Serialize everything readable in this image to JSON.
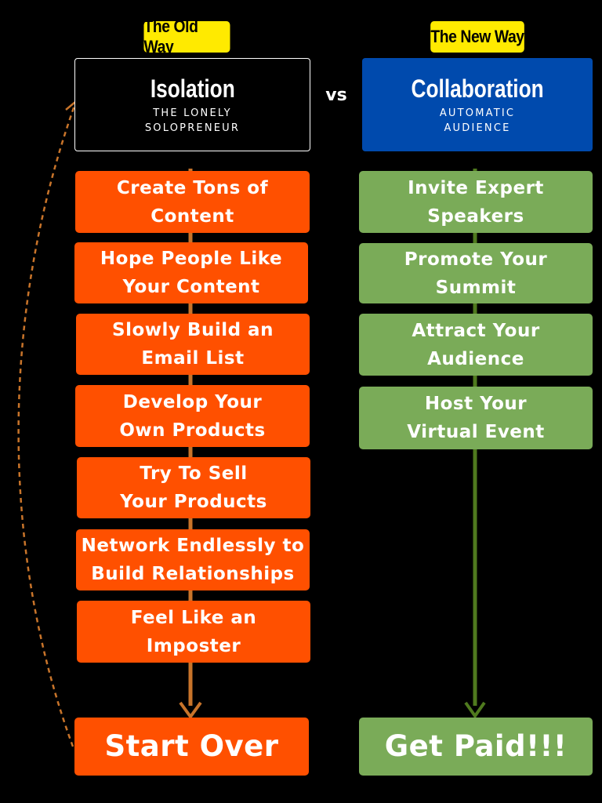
{
  "old_way": {
    "tag": "The Old Way",
    "header_title": "Isolation",
    "header_subtitle": "THE LONELY\nSOLOPRENEUR",
    "steps": [
      "Create Tons of\nContent",
      "Hope People Like\nYour Content",
      "Slowly Build an\nEmail List",
      "Develop Your\nOwn Products",
      "Try To Sell\nYour Products",
      "Network Endlessly to\nBuild Relationships",
      "Feel Like an\nImposter"
    ],
    "final": "Start Over",
    "color": "#ff5000",
    "arrow_color": "#c8742a"
  },
  "vs_label": "vs",
  "new_way": {
    "tag": "The New Way",
    "header_title": "Collaboration",
    "header_subtitle": "AUTOMATIC\nAUDIENCE",
    "steps": [
      "Invite Expert\nSpeakers",
      "Promote Your\nSummit",
      "Attract Your\nAudience",
      "Host Your\nVirtual Event"
    ],
    "final": "Get Paid!!!",
    "color": "#7aab58",
    "header_color": "#004aad",
    "arrow_color": "#4f7a1e"
  },
  "tag_color": "#ffea00"
}
